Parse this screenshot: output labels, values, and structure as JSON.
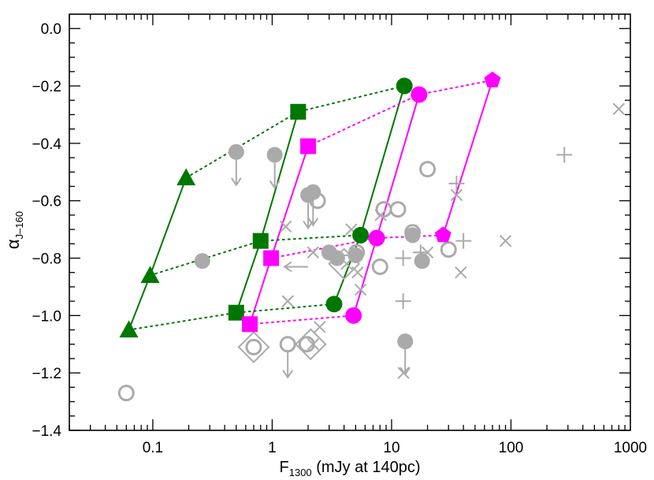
{
  "chart_data": {
    "type": "scatter",
    "xlabel": {
      "main": "F",
      "sub": "1300",
      "rest": " (mJy at 140pc)"
    },
    "ylabel": {
      "main": "α",
      "sub": "J–160"
    },
    "xscale": "log",
    "xlim": [
      0.02,
      1000
    ],
    "ylim": [
      -1.4,
      0.05
    ],
    "xticks": [
      {
        "v": 0.1,
        "label": "0.1"
      },
      {
        "v": 1,
        "label": "1"
      },
      {
        "v": 10,
        "label": "10"
      },
      {
        "v": 100,
        "label": "100"
      },
      {
        "v": 1000,
        "label": "1000"
      }
    ],
    "yticks": [
      {
        "v": 0.0,
        "label": "0.0"
      },
      {
        "v": -0.2,
        "label": "−0.2"
      },
      {
        "v": -0.4,
        "label": "−0.4"
      },
      {
        "v": -0.6,
        "label": "−0.6"
      },
      {
        "v": -0.8,
        "label": "−0.8"
      },
      {
        "v": -1.0,
        "label": "−1.0"
      },
      {
        "v": -1.2,
        "label": "−1.2"
      },
      {
        "v": -1.4,
        "label": "−1.4"
      }
    ],
    "colors": {
      "gray": "#aaaaaa",
      "green": "#007700",
      "magenta": "#ff00ff"
    },
    "observed": {
      "filled_circles": [
        [
          0.26,
          -0.81
        ],
        [
          0.5,
          -0.43
        ],
        [
          1.05,
          -0.44
        ],
        [
          2.0,
          -0.58
        ],
        [
          2.2,
          -0.57
        ],
        [
          3.0,
          -0.78
        ],
        [
          3.5,
          -0.8
        ],
        [
          5.0,
          -0.79
        ],
        [
          15.0,
          -0.72
        ],
        [
          18.0,
          -0.81
        ],
        [
          13.0,
          -1.09
        ]
      ],
      "filled_circles_upper_limit": [
        [
          0.5,
          -0.43
        ],
        [
          1.05,
          -0.44
        ],
        [
          2.0,
          -0.58
        ],
        [
          2.2,
          -0.57
        ],
        [
          13.0,
          -1.09
        ]
      ],
      "open_circles": [
        [
          0.06,
          -1.27
        ],
        [
          0.7,
          -1.11
        ],
        [
          1.35,
          -1.1
        ],
        [
          1.95,
          -1.1
        ],
        [
          2.4,
          -0.6
        ],
        [
          5.1,
          -0.78
        ],
        [
          8.6,
          -0.63
        ],
        [
          11.3,
          -0.63
        ],
        [
          8.0,
          -0.83
        ],
        [
          15.0,
          -0.71
        ],
        [
          20.0,
          -0.49
        ],
        [
          30.0,
          -0.77
        ]
      ],
      "open_circles_upper_limit": [
        [
          1.35,
          -1.1
        ]
      ],
      "diamonds": [
        [
          0.7,
          -1.11
        ],
        [
          2.1,
          -1.1
        ],
        [
          4.0,
          -0.82
        ]
      ],
      "crosses_x": [
        [
          1.3,
          -0.69
        ],
        [
          1.35,
          -0.95
        ],
        [
          2.2,
          -0.78
        ],
        [
          2.5,
          -1.04
        ],
        [
          2.2,
          -1.1
        ],
        [
          4.2,
          -0.82
        ],
        [
          5.2,
          -0.85
        ],
        [
          5.5,
          -0.91
        ],
        [
          4.6,
          -0.7
        ],
        [
          8.1,
          -0.65
        ],
        [
          12.6,
          -1.2
        ],
        [
          20.0,
          -0.78
        ],
        [
          35.0,
          -0.58
        ],
        [
          38.0,
          -0.85
        ],
        [
          90.0,
          -0.74
        ],
        [
          800.0,
          -0.28
        ]
      ],
      "crosses_plus": [
        [
          12.5,
          -0.8
        ],
        [
          12.5,
          -0.95
        ],
        [
          17.5,
          -0.78
        ],
        [
          35.0,
          -0.54
        ],
        [
          40.0,
          -0.74
        ],
        [
          280.0,
          -0.44
        ]
      ],
      "left_arrows": [
        [
          2.0,
          -0.83
        ],
        [
          4.8,
          -0.79
        ]
      ]
    },
    "models": {
      "green_triangles": [
        [
          0.19,
          -0.52
        ],
        [
          0.095,
          -0.86
        ],
        [
          0.063,
          -1.05
        ]
      ],
      "green_squares": [
        [
          1.65,
          -0.29
        ],
        [
          0.8,
          -0.74
        ],
        [
          0.5,
          -0.99
        ]
      ],
      "green_circles": [
        [
          12.8,
          -0.2
        ],
        [
          5.5,
          -0.72
        ],
        [
          3.3,
          -0.96
        ]
      ],
      "magenta_squares": [
        [
          2.0,
          -0.41
        ],
        [
          0.98,
          -0.8
        ],
        [
          0.65,
          -1.03
        ]
      ],
      "magenta_circles": [
        [
          17.0,
          -0.23
        ],
        [
          7.5,
          -0.73
        ],
        [
          4.8,
          -1.0
        ]
      ],
      "magenta_pentagons": [
        [
          70.0,
          -0.18
        ],
        [
          27.0,
          -0.72
        ]
      ]
    }
  }
}
